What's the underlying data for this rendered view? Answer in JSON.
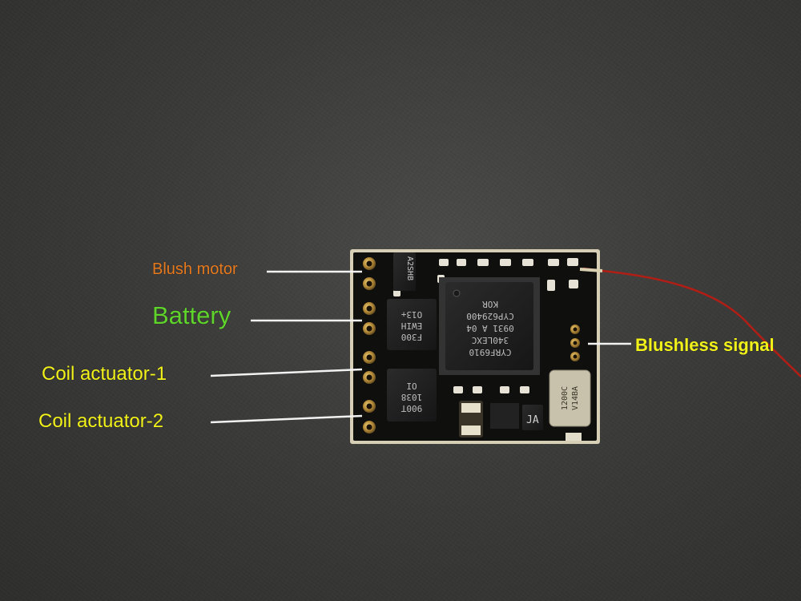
{
  "labels": {
    "brush_motor": {
      "text": "Blush motor",
      "color": "#e87a1e"
    },
    "battery": {
      "text": "Battery",
      "color": "#5fd42a"
    },
    "coil_actuator_1": {
      "text": "Coil actuator-1",
      "color": "#f2f21a"
    },
    "coil_actuator_2": {
      "text": "Coil actuator-2",
      "color": "#f2f21a"
    },
    "brushless_signal": {
      "text": "Blushless signal",
      "color": "#f2f21a"
    }
  },
  "chips": {
    "main_mcu": [
      "CYRF6910",
      "340LEXC",
      "0931 A 04",
      "CYP629400",
      "KOR"
    ],
    "driver_upper": [
      "F300",
      "EWIH",
      "O13+"
    ],
    "driver_lower": [
      "900T",
      "1038",
      "OI"
    ],
    "transistor": "A2SHB",
    "crystal": [
      "1200C",
      "V14BA"
    ],
    "small_ic": "JA"
  },
  "colors": {
    "board": "#0e0e0d",
    "board_edge": "#c9c2a8",
    "pad_gold": "#c9a14a",
    "antenna": "#c0261e",
    "leader_line": "#f2f2f2"
  }
}
